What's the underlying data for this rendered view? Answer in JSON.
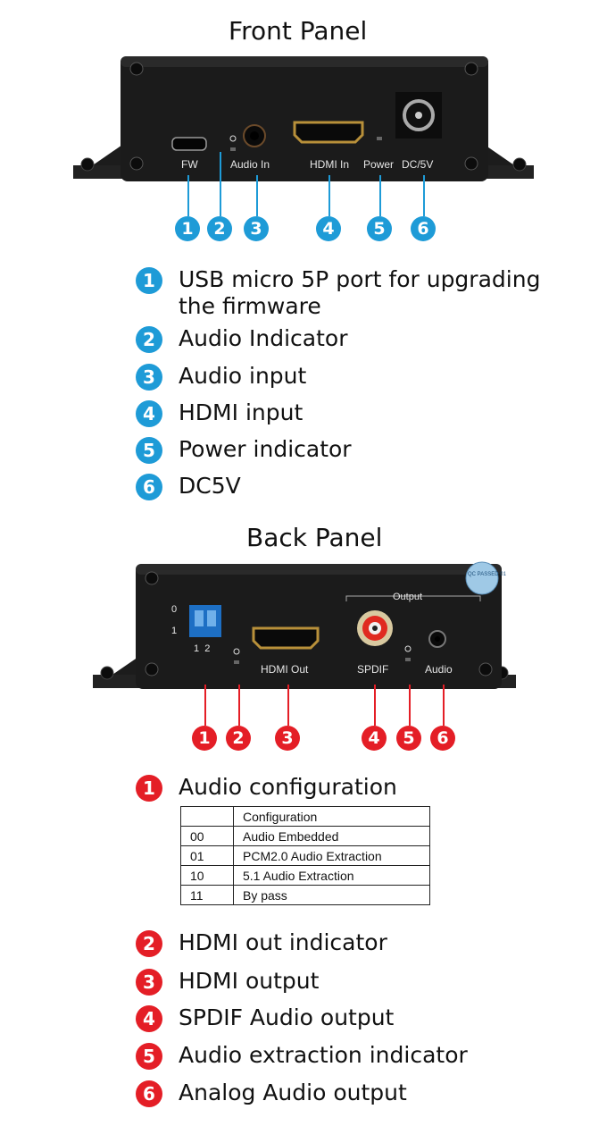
{
  "front": {
    "title": "Front Panel",
    "port_labels": {
      "fw": "FW",
      "audio_in": "Audio In",
      "hdmi_in": "HDMI In",
      "power": "Power",
      "dc": "DC/5V"
    },
    "callouts": [
      "1",
      "2",
      "3",
      "4",
      "5",
      "6"
    ],
    "legend": [
      {
        "num": "1",
        "text": "USB micro 5P port for upgrading the firmware"
      },
      {
        "num": "2",
        "text": "Audio Indicator"
      },
      {
        "num": "3",
        "text": "Audio input"
      },
      {
        "num": "4",
        "text": "HDMI input"
      },
      {
        "num": "5",
        "text": "Power indicator"
      },
      {
        "num": "6",
        "text": "DC5V"
      }
    ]
  },
  "back": {
    "title": "Back Panel",
    "port_labels": {
      "switch_0": "0",
      "switch_1": "1",
      "switch_pos": "1  2",
      "hdmi_out": "HDMI Out",
      "output": "Output",
      "spdif": "SPDIF",
      "audio": "Audio"
    },
    "qc_sticker": "QC PASSED 01",
    "callouts": [
      "1",
      "2",
      "3",
      "4",
      "5",
      "6"
    ],
    "legend_first": {
      "num": "1",
      "text": "Audio configuration"
    },
    "config_table": {
      "header": [
        "",
        "Configuration"
      ],
      "rows": [
        [
          "00",
          "Audio Embedded"
        ],
        [
          "01",
          "PCM2.0 Audio Extraction"
        ],
        [
          "10",
          "5.1 Audio Extraction"
        ],
        [
          "11",
          "By pass"
        ]
      ]
    },
    "legend": [
      {
        "num": "2",
        "text": "HDMI out indicator"
      },
      {
        "num": "3",
        "text": "HDMI output"
      },
      {
        "num": "4",
        "text": "SPDIF Audio output"
      },
      {
        "num": "5",
        "text": "Audio extraction indicator"
      },
      {
        "num": "6",
        "text": "Analog Audio output"
      }
    ]
  },
  "colors": {
    "blue": "#1e9bd7",
    "red": "#e41e26",
    "device_body": "#1a1a1a"
  }
}
